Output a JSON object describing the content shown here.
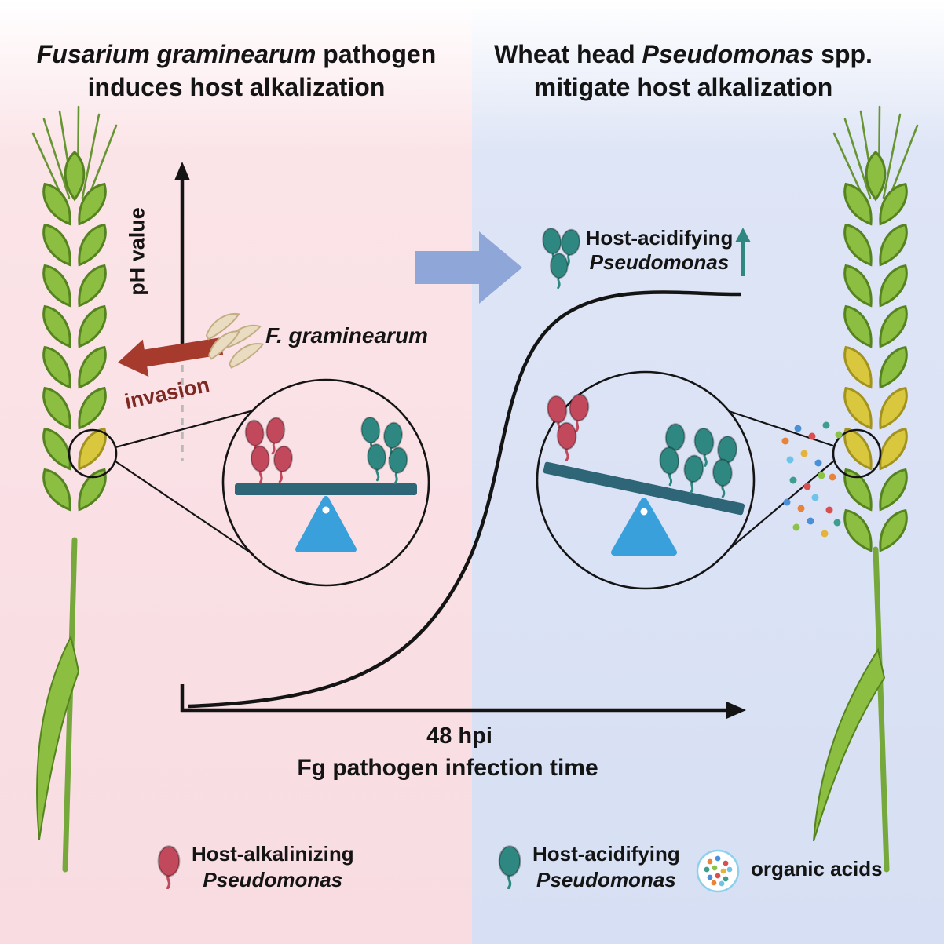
{
  "titles": {
    "left": {
      "line1_italic": "Fusarium graminearum",
      "line1_rest": " pathogen",
      "line2": "induces host alkalization"
    },
    "right": {
      "line1_pre": "Wheat head ",
      "line1_italic": "Pseudomonas",
      "line1_rest": " spp.",
      "line2": "mitigate host alkalization"
    }
  },
  "axis": {
    "y_label": "pH value",
    "x_tick": "48 hpi",
    "x_label": "Fg pathogen infection time"
  },
  "annotations": {
    "invasion_label": "invasion",
    "pathogen_label": "F. graminearum",
    "acidifying_line1": "Host-acidifying",
    "acidifying_line2": "Pseudomonas"
  },
  "legend": {
    "alkalinizing_line1": "Host-alkalinizing",
    "alkalinizing_line2": "Pseudomonas",
    "acidifying_line1": "Host-acidifying",
    "acidifying_line2": "Pseudomonas",
    "organic_acids_label": "organic acids"
  },
  "colors": {
    "ink": "#141414",
    "pink-bg": "#fbe4e8",
    "blue-bg": "#dee5f6",
    "bact-red": "#c2485c",
    "bact-teal": "#2f8781",
    "bar": "#2e6577",
    "fulcrum": "#3aa0dc",
    "arrow-blue": "#8fa6d9",
    "arrow-red": "#a63b2d",
    "invasion-text": "#7e2822",
    "wheat-green": "#8cbf41",
    "wheat-outline": "#55831f",
    "wheat-yellow": "#d9c83e",
    "wheat-yellow-outline": "#a2921f",
    "stem": "#76a83c",
    "awn": "#679532",
    "spore": "#e9dcc0",
    "spore-outline": "#c3ad85",
    "organic-circle": "#8fd0ec",
    "dot-orange": "#e8833a",
    "dot-blue": "#4a90d9",
    "dot-red": "#d94f4f",
    "dot-teal": "#3e9e8e",
    "dot-green": "#8bc34a",
    "dot-sky": "#6fc3e8",
    "dot-gold": "#e5b23a"
  }
}
